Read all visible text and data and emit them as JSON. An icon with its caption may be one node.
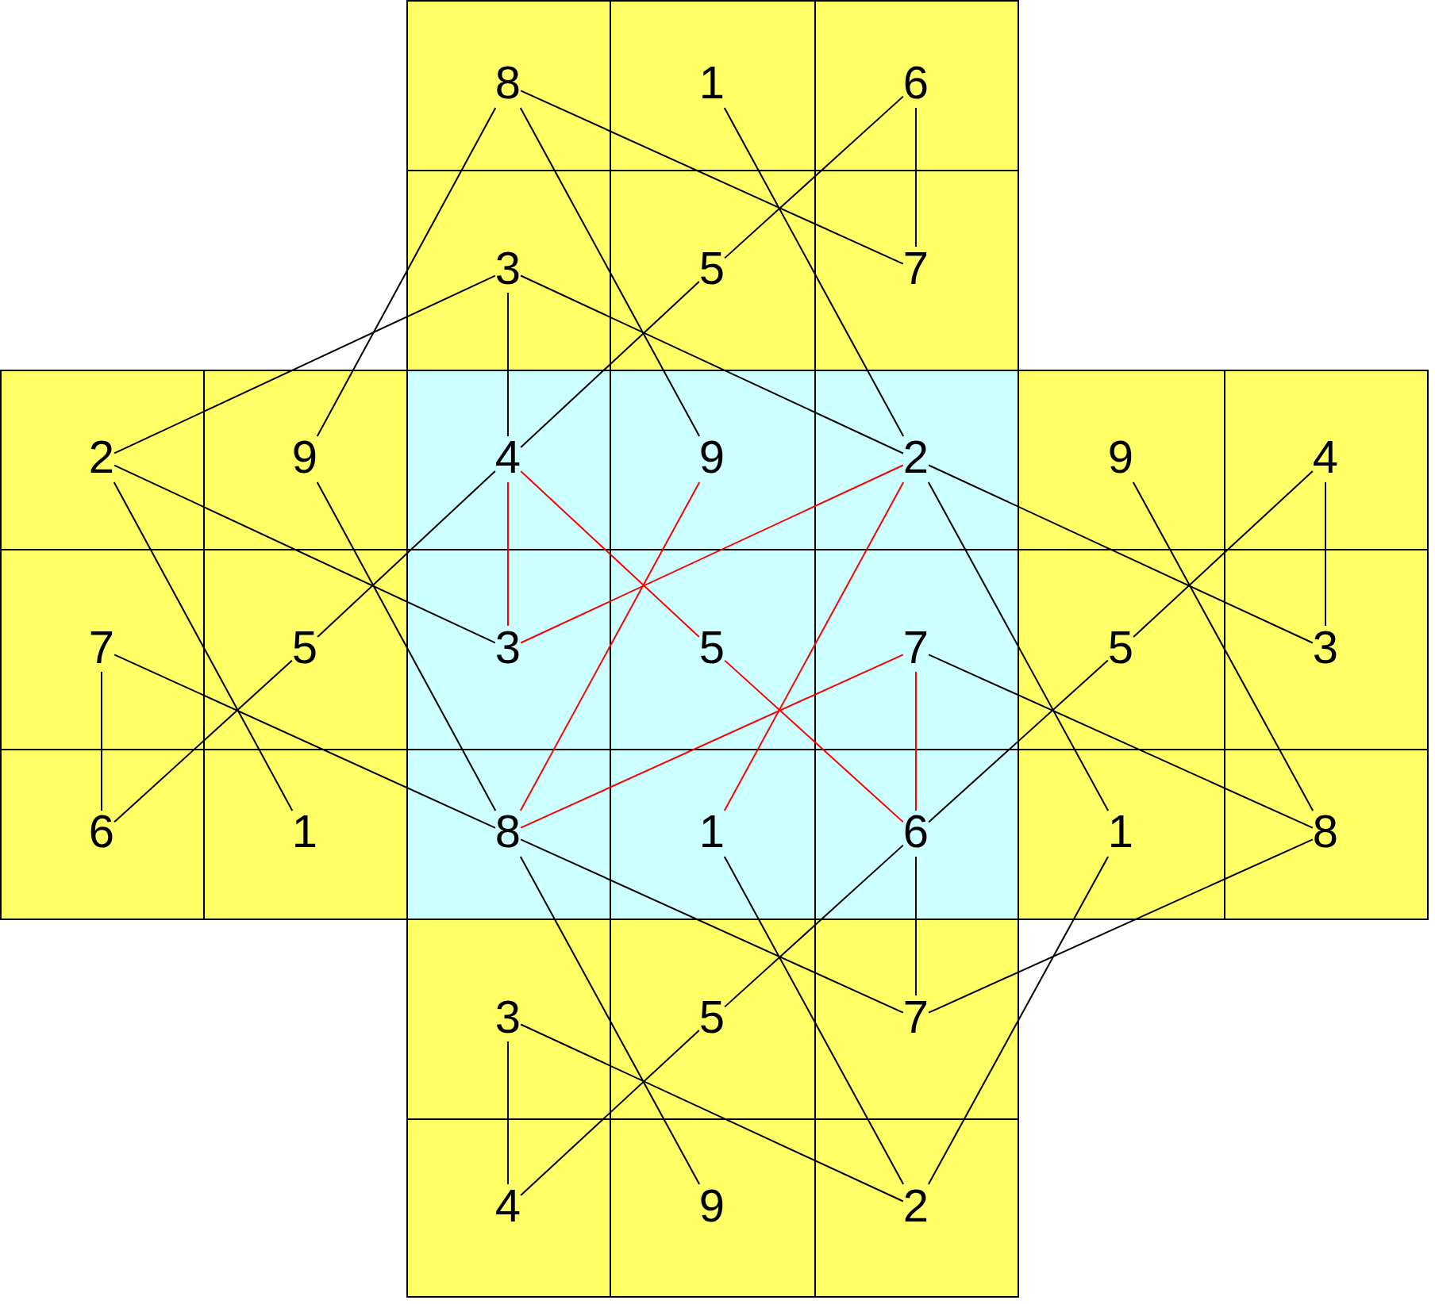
{
  "diagram": {
    "nodes": [
      {
        "text": [
          "8"
        ]
      },
      {
        "text": [
          "1"
        ]
      },
      {
        "text": [
          "6"
        ]
      },
      {
        "text": [
          "3"
        ]
      },
      {
        "text": [
          "5"
        ]
      },
      {
        "text": [
          "7"
        ]
      },
      {
        "text": [
          "2"
        ]
      },
      {
        "text": [
          "9"
        ]
      },
      {
        "text": [
          "4"
        ]
      },
      {
        "text": [
          "9"
        ]
      },
      {
        "text": [
          "2"
        ]
      },
      {
        "text": [
          "9"
        ]
      },
      {
        "text": [
          "4"
        ]
      },
      {
        "text": [
          "7"
        ]
      },
      {
        "text": [
          "5"
        ]
      },
      {
        "text": [
          "3"
        ]
      },
      {
        "text": [
          "5"
        ]
      },
      {
        "text": [
          "7"
        ]
      },
      {
        "text": [
          "5"
        ]
      },
      {
        "text": [
          "3"
        ]
      },
      {
        "text": [
          "6"
        ]
      },
      {
        "text": [
          "1"
        ]
      },
      {
        "text": [
          "8"
        ]
      },
      {
        "text": [
          "1"
        ]
      },
      {
        "text": [
          "6"
        ]
      },
      {
        "text": [
          "1"
        ]
      },
      {
        "text": [
          "8"
        ]
      },
      {
        "text": [
          "3"
        ]
      },
      {
        "text": [
          "5"
        ]
      },
      {
        "text": [
          "7"
        ]
      },
      {
        "text": [
          "4"
        ]
      },
      {
        "text": [
          "9"
        ]
      },
      {
        "text": [
          "2"
        ]
      }
    ],
    "edges": [
      {
        "from": 0,
        "to": 5,
        "arrow": "none"
      },
      {
        "from": 2,
        "to": 5,
        "arrow": "none"
      },
      {
        "from": 1,
        "to": 10,
        "arrow": "none"
      },
      {
        "from": 10,
        "to": 25,
        "arrow": "none"
      },
      {
        "from": 2,
        "to": 4,
        "arrow": "none"
      },
      {
        "from": 4,
        "to": 8,
        "arrow": "none"
      },
      {
        "from": 8,
        "to": 14,
        "arrow": "none"
      },
      {
        "from": 14,
        "to": 20,
        "arrow": "none"
      },
      {
        "from": 0,
        "to": 9,
        "arrow": "none"
      },
      {
        "from": 0,
        "to": 7,
        "arrow": "none"
      },
      {
        "from": 3,
        "to": 8,
        "arrow": "none"
      },
      {
        "from": 3,
        "to": 10,
        "arrow": "none"
      },
      {
        "from": 10,
        "to": 19,
        "arrow": "none"
      },
      {
        "from": 3,
        "to": 6,
        "arrow": "none"
      },
      {
        "from": 6,
        "to": 15,
        "arrow": "none"
      },
      {
        "from": 6,
        "to": 21,
        "arrow": "none"
      },
      {
        "from": 7,
        "to": 22,
        "arrow": "none"
      },
      {
        "from": 22,
        "to": 31,
        "arrow": "none"
      },
      {
        "from": 13,
        "to": 20,
        "arrow": "none"
      },
      {
        "from": 13,
        "to": 22,
        "arrow": "none"
      },
      {
        "from": 22,
        "to": 29,
        "arrow": "none"
      },
      {
        "from": 11,
        "to": 26,
        "arrow": "none"
      },
      {
        "from": 12,
        "to": 19,
        "arrow": "none"
      },
      {
        "from": 12,
        "to": 18,
        "arrow": "none"
      },
      {
        "from": 18,
        "to": 24,
        "arrow": "none"
      },
      {
        "from": 24,
        "to": 28,
        "arrow": "none"
      },
      {
        "from": 28,
        "to": 30,
        "arrow": "none"
      },
      {
        "from": 17,
        "to": 26,
        "arrow": "none"
      },
      {
        "from": 29,
        "to": 26,
        "arrow": "none"
      },
      {
        "from": 24,
        "to": 29,
        "arrow": "none"
      },
      {
        "from": 23,
        "to": 32,
        "arrow": "none"
      },
      {
        "from": 27,
        "to": 32,
        "arrow": "none"
      },
      {
        "from": 27,
        "to": 30,
        "arrow": "none"
      },
      {
        "from": 32,
        "to": 25,
        "arrow": "none"
      },
      {
        "from": 23,
        "to": 10,
        "arrow": "none",
        "color": "#ff0000"
      },
      {
        "from": 10,
        "to": 15,
        "arrow": "none",
        "color": "#ff0000"
      },
      {
        "from": 15,
        "to": 8,
        "arrow": "none",
        "color": "#ff0000"
      },
      {
        "from": 8,
        "to": 16,
        "arrow": "none",
        "color": "#ff0000"
      },
      {
        "from": 16,
        "to": 24,
        "arrow": "none",
        "color": "#ff0000"
      },
      {
        "from": 24,
        "to": 17,
        "arrow": "none",
        "color": "#ff0000"
      },
      {
        "from": 17,
        "to": 22,
        "arrow": "none",
        "color": "#ff0000"
      },
      {
        "from": 22,
        "to": 9,
        "arrow": "none",
        "color": "#ff0000"
      }
    ]
  }
}
